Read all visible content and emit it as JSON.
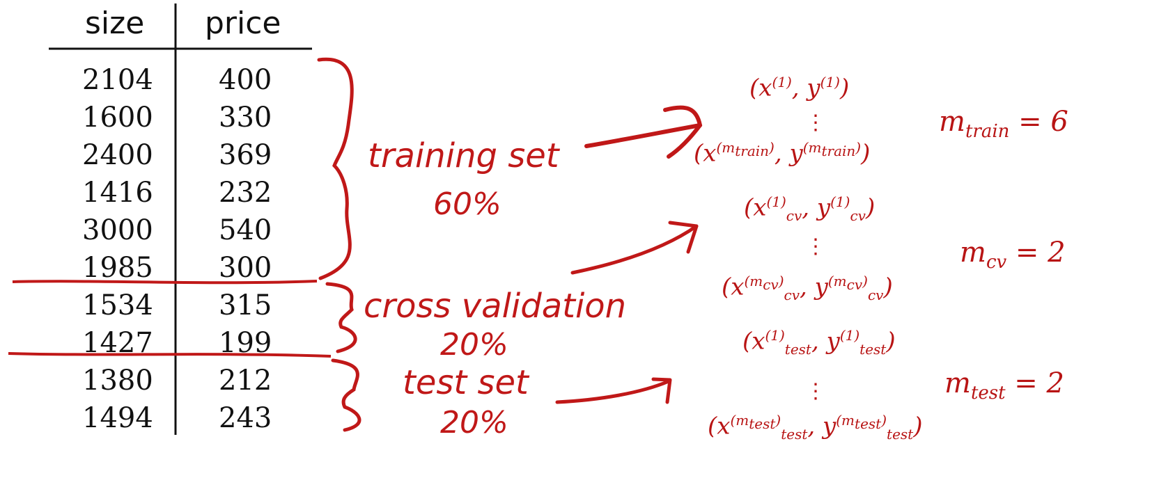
{
  "table": {
    "headers": [
      "size",
      "price"
    ],
    "rows": [
      [
        "2104",
        "400"
      ],
      [
        "1600",
        "330"
      ],
      [
        "2400",
        "369"
      ],
      [
        "1416",
        "232"
      ],
      [
        "3000",
        "540"
      ],
      [
        "1985",
        "300"
      ],
      [
        "1534",
        "315"
      ],
      [
        "1427",
        "199"
      ],
      [
        "1380",
        "212"
      ],
      [
        "1494",
        "243"
      ]
    ]
  },
  "splits": {
    "train": {
      "label": "training set",
      "percent": "60%"
    },
    "cv": {
      "label": "cross validation",
      "percent": "20%"
    },
    "test": {
      "label": "test set",
      "percent": "20%"
    }
  },
  "notation": {
    "train": {
      "first": {
        "x": "x",
        "y": "y",
        "sup": "(1)",
        "sub": ""
      },
      "last": {
        "x": "x",
        "y": "y",
        "sup": "(m",
        "supsub": "train",
        "sub": ""
      },
      "count_symbol": "m",
      "count_sub": "train",
      "count_value": "= 6"
    },
    "cv": {
      "first": {
        "sup": "(1)",
        "sub": "cv"
      },
      "last": {
        "sup": "(m",
        "supsub": "cv",
        "sub": "cv"
      },
      "count_symbol": "m",
      "count_sub": "cv",
      "count_value": "= 2"
    },
    "test": {
      "first": {
        "sup": "(1)",
        "sub": "test"
      },
      "last": {
        "sup": "(m",
        "supsub": "test",
        "sub": "test"
      },
      "count_symbol": "m",
      "count_sub": "test",
      "count_value": "= 2"
    },
    "vdots": "⋮"
  },
  "colors": {
    "ink": "#c01818",
    "text": "#111111"
  }
}
